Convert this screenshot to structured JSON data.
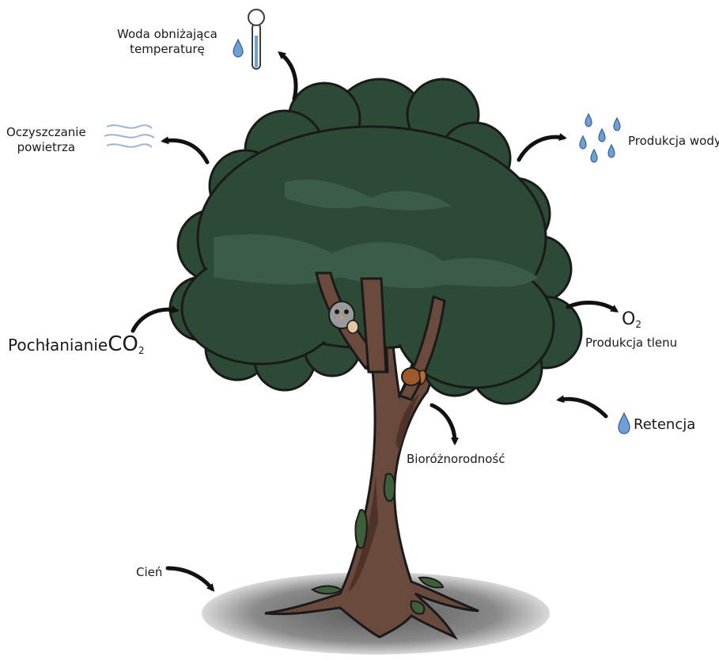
{
  "labels": {
    "water_cooling_line1": "Woda obniżająca",
    "water_cooling_line2": "temperaturę",
    "air_purification_line1": "Oczyszczanie",
    "air_purification_line2": "powietrza",
    "water_production": "Produkcja wody",
    "co2_absorption": "Pochłanianie",
    "co2_symbol": "CO",
    "co2_subscript": "2",
    "oxygen_symbol": "O",
    "oxygen_subscript": "2",
    "oxygen_production": "Produkcja tlenu",
    "retention": "Retencja",
    "biodiversity": "Bioróżnorodność",
    "shade": "Cień"
  },
  "colors": {
    "canopy_dark": "#2d4a37",
    "canopy_mid": "#3b5c46",
    "trunk": "#6a4a3c",
    "trunk_shadow": "#4f3329",
    "moss": "#3f5f3a",
    "water": "#6f9fd4",
    "air_lines": "#9bb4d0",
    "shadow": "#7a7a7a",
    "arrow": "#111111"
  },
  "icons": [
    "thermometer-icon",
    "water-drop-icon",
    "air-waves-icon",
    "bird-icon",
    "squirrel-icon"
  ]
}
